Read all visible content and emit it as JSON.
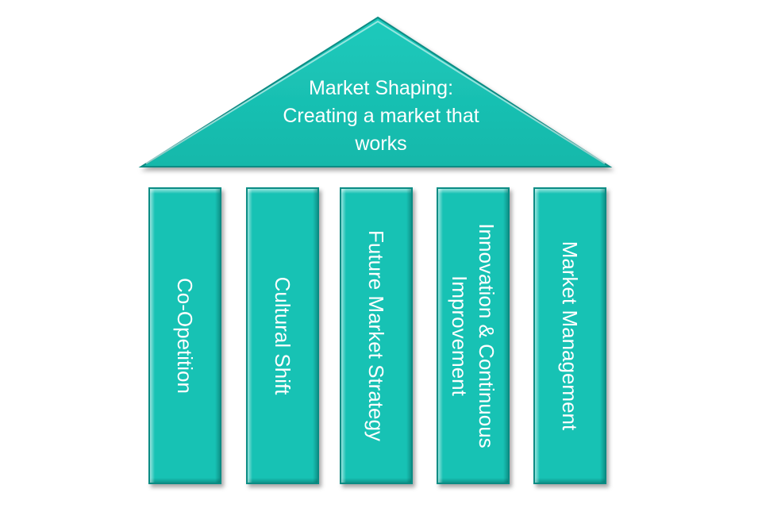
{
  "roof": {
    "title_lines": [
      "Market Shaping:",
      "Creating a market that",
      "works"
    ]
  },
  "pillars": [
    {
      "lines": [
        "Co-Opetition"
      ]
    },
    {
      "lines": [
        "Cultural Shift"
      ]
    },
    {
      "lines": [
        "Future Market Strategy"
      ]
    },
    {
      "lines": [
        "Innovation & Continuous",
        "Improvement"
      ]
    },
    {
      "lines": [
        "Market Management"
      ]
    }
  ],
  "colors": {
    "fill": "#17c2b4",
    "edge": "#0a8c84",
    "text": "#ffffff"
  }
}
